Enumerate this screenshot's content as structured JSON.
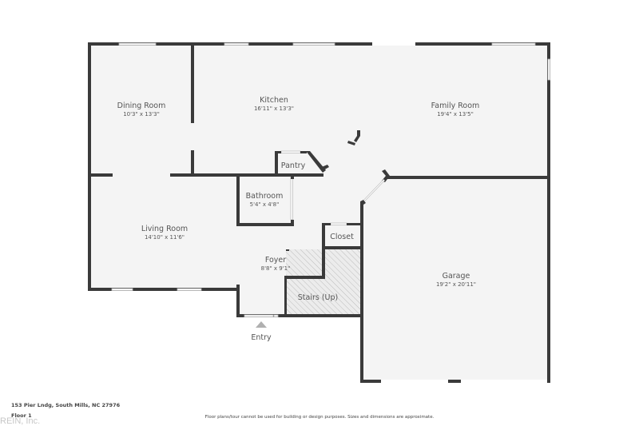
{
  "plan": {
    "address": "153 Pier Lndg, South Mills, NC 27976",
    "floor_label": "Floor 1",
    "disclaimer": "Floor plans/tour cannot be used for building or design purposes. Sizes and dimensions are approximate.",
    "watermark": "REIN, Inc.",
    "entry_label": "Entry",
    "colors": {
      "wall": "#3a3a3a",
      "floor": "#f4f4f4",
      "text": "#555555",
      "entry_marker": "#b0b0b0"
    },
    "rooms": [
      {
        "name": "Dining Room",
        "dimensions": "10'3\" x 13'3\""
      },
      {
        "name": "Kitchen",
        "dimensions": "16'11\" x 13'3\""
      },
      {
        "name": "Family Room",
        "dimensions": "19'4\" x 13'5\""
      },
      {
        "name": "Pantry",
        "dimensions": ""
      },
      {
        "name": "Bathroom",
        "dimensions": "5'4\" x 4'8\""
      },
      {
        "name": "Living Room",
        "dimensions": "14'10\" x 11'6\""
      },
      {
        "name": "Closet",
        "dimensions": ""
      },
      {
        "name": "Foyer",
        "dimensions": "8'8\" x 9'1\""
      },
      {
        "name": "Stairs (Up)",
        "dimensions": ""
      },
      {
        "name": "Garage",
        "dimensions": "19'2\" x 20'11\""
      }
    ]
  }
}
